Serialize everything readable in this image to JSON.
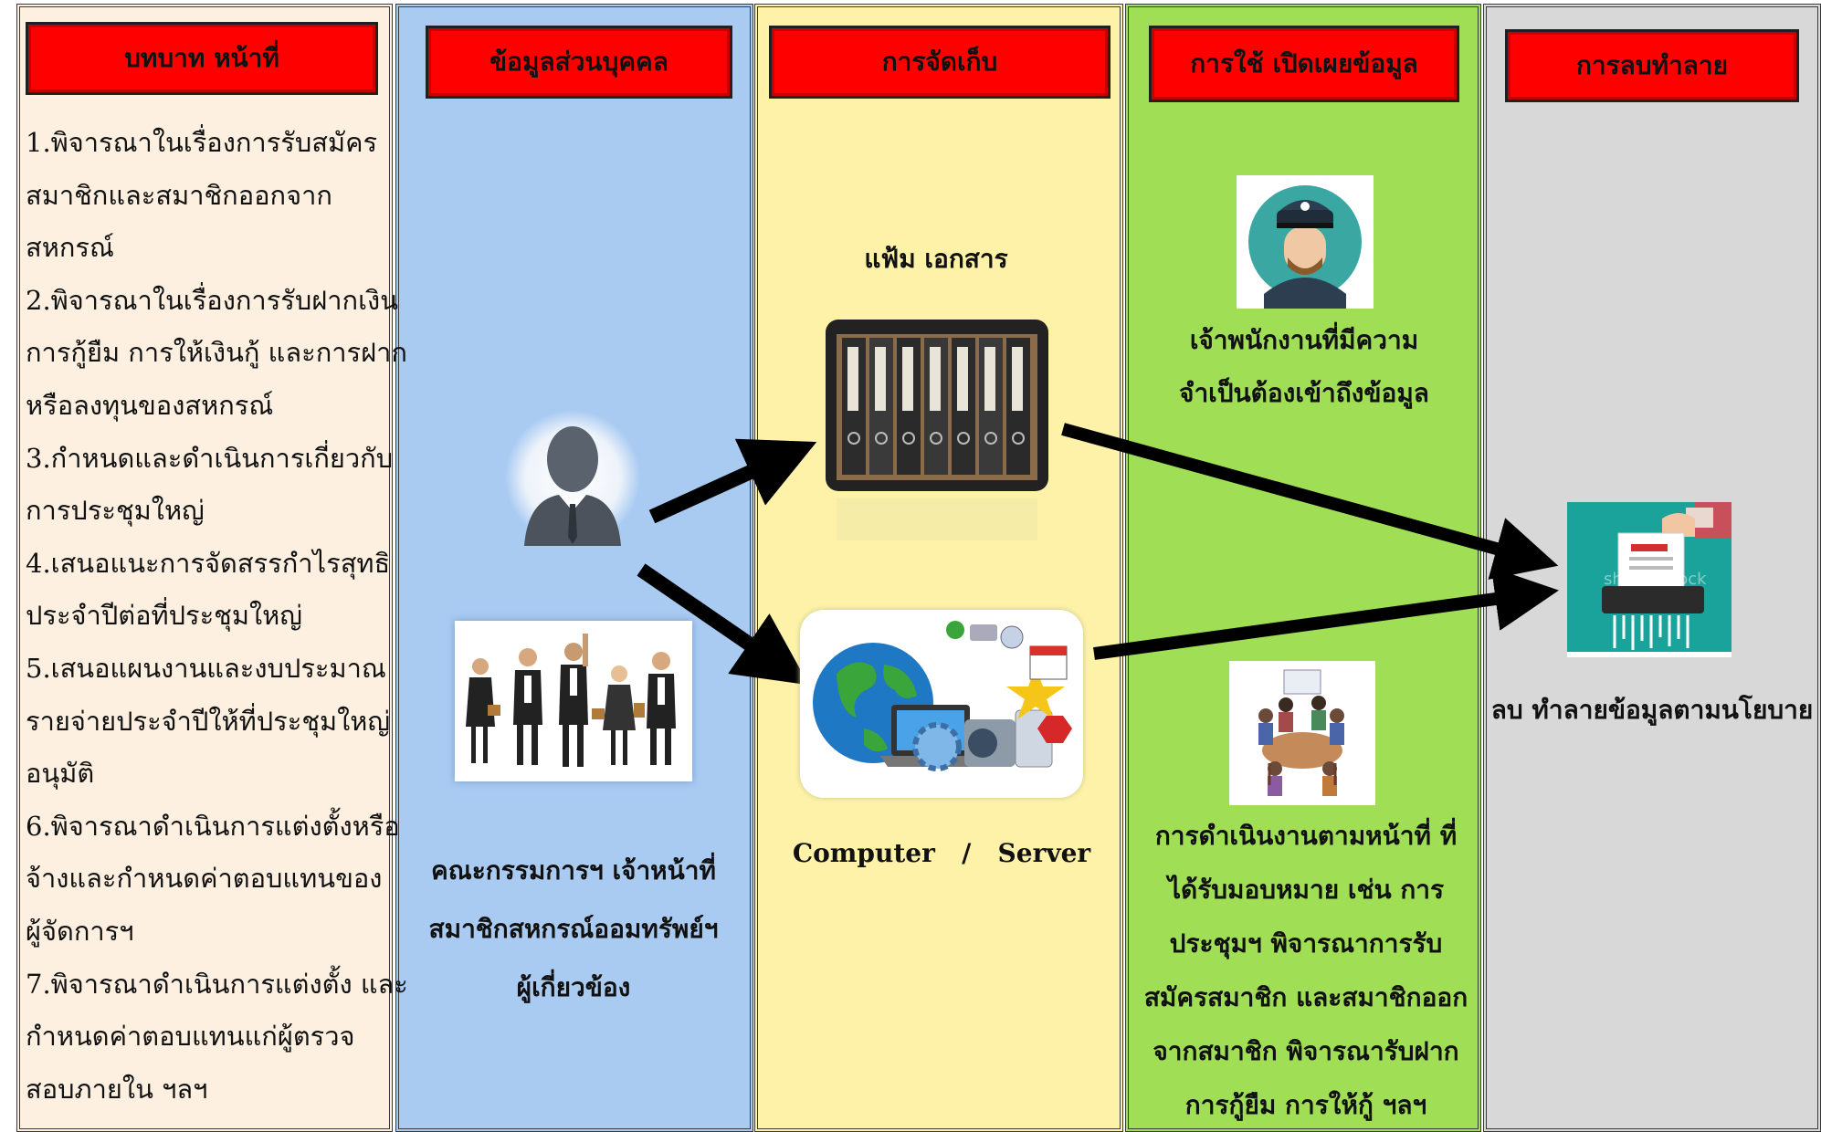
{
  "columns": {
    "roles": {
      "title": "บทบาท หน้าที่",
      "lines": [
        "1.พิจารณาในเรื่องการรับสมัคร",
        "สมาชิกและสมาชิกออกจาก",
        "สหกรณ์",
        "2.พิจารณาในเรื่องการรับฝากเงิน",
        "การกู้ยืม การให้เงินกู้ และการฝาก",
        "หรือลงทุนของสหกรณ์",
        "3.กำหนดและดำเนินการเกี่ยวกับ",
        "การประชุมใหญ่",
        "4.เสนอแนะการจัดสรรกำไรสุทธิ",
        "ประจำปีต่อที่ประชุมใหญ่",
        "5.เสนอแผนงานและงบประมาณ",
        "รายจ่ายประจำปีให้ที่ประชุมใหญ่",
        "อนุมัติ",
        "6.พิจารณาดำเนินการแต่งตั้งหรือ",
        "จ้างและกำหนดค่าตอบแทนของ",
        "ผู้จัดการฯ",
        "7.พิจารณาดำเนินการแต่งตั้ง และ",
        "กำหนดค่าตอบแทนแก่ผู้ตรวจ",
        "สอบภายใน     ฯลฯ"
      ]
    },
    "personal": {
      "title": "ข้อมูลส่วนบุคคล",
      "lines": [
        "คณะกรรมการฯ  เจ้าหน้าที่",
        "สมาชิกสหกรณ์ออมทรัพย์ฯ",
        "ผู้เกี่ยวข้อง"
      ]
    },
    "storage": {
      "title": "การจัดเก็บ",
      "files_label": "แฟ้ม เอกสาร",
      "computer_label": "Computer   /   Server"
    },
    "usage": {
      "title": "การใช้ เปิดเผยข้อมูล",
      "officer_lines": [
        "เจ้าพนักงานที่มีความ",
        "จำเป็นต้องเข้าถึงข้อมูล"
      ],
      "duty_lines": [
        "การดำเนินงานตามหน้าที่ ที่",
        "ได้รับมอบหมาย เช่น การ",
        "ประชุมฯ  พิจารณาการรับ",
        "สมัครสมาชิก และสมาชิกออก",
        "จากสมาชิก พิจารณารับฝาก",
        "การกู้ยืม การให้กู้  ฯลฯ"
      ]
    },
    "destroy": {
      "title": "การลบทำลาย",
      "label": "ลบ ทำลายข้อมูลตามนโยบาย",
      "watermark": "shutterstock"
    }
  },
  "colors": {
    "roles_bg": "#fdf0e0",
    "personal_bg": "#a9cbf2",
    "storage_bg": "#fdf2a8",
    "usage_bg": "#9fde55",
    "destroy_bg": "#d8d8d8",
    "header_red": "#ff0000"
  }
}
